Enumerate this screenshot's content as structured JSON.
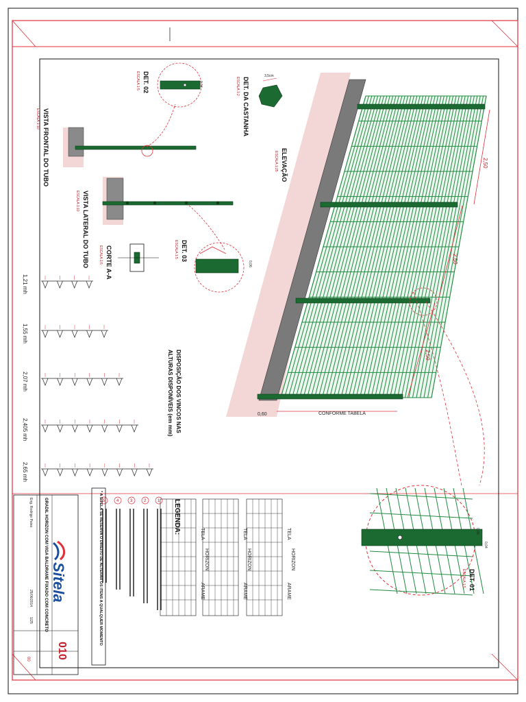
{
  "sheet": {
    "title": "GRADIL HORIZON COM VIGA BALDRAME FIXADO COM CONCRETO",
    "drawing_number": "010",
    "date": "25/06/2014",
    "scale": "1/25",
    "revision": "00",
    "drawn_by": "Eng. Rodrigo Paiva",
    "note": "* A SITELA SE RESERVA O DIREITO DE ALTERAR OS ITENS A QUALQUER MOMENTO"
  },
  "brand": {
    "name": "Sitela",
    "primary_color": "#1a4fa0",
    "accent_color": "#e0303a"
  },
  "views": {
    "elevacao": "ELEVAÇÃO",
    "elevacao_scale": "ESCALA 1:25",
    "det01": "DET. 01",
    "det01_scale": "ESCALA 1:5",
    "det02": "DET. 02",
    "det02_scale": "ESCALA 1:5",
    "det03": "DET. 03",
    "det03_scale": "ESCALA 1:5",
    "det_castanha": "DET. DA CASTANHA",
    "det_castanha_scale": "ESCALA 1:2",
    "vista_frontal": "VISTA FRONTAL DO TUBO",
    "vista_frontal_scale": "ESCALA 1:10",
    "vista_lateral": "VISTA LATERAL DO TUBO",
    "vista_lateral_scale": "ESCALA 1:10",
    "corte": "CORTE A-A",
    "corte_scale": "ESCALA 1:5"
  },
  "dimensions": {
    "span_1": "2,50",
    "span_2": "2,50",
    "span_3": "2,50",
    "tabela": "CONFORME TABELA",
    "base": "0,60",
    "castanha": "3,5cm",
    "det_a": "0,06",
    "det_b": "0,04",
    "det_c": "0,06"
  },
  "vincos": {
    "title_line1": "DISPOSIÇÃO DOS VINCOS NAS",
    "title_line2": "ALTURAS DISPONÍVEIS (em mm)",
    "heights": [
      "1,21 mh",
      "1,55 mh",
      "2,07 mh",
      "2,405 mh",
      "2,65 mh"
    ]
  },
  "legend": {
    "title": "LEGENDA:",
    "items": [
      "1",
      "2",
      "3",
      "4",
      "5"
    ]
  },
  "tables": [
    {
      "title": "TELA",
      "subtitle": "HORIZON",
      "col2": "ARAME"
    },
    {
      "title": "TELA",
      "subtitle": "HORIZON",
      "col2": "ARAME"
    },
    {
      "title": "TELA",
      "subtitle": "HORIZON",
      "col2": "ARAME"
    }
  ],
  "callouts": [
    "1",
    "2",
    "3",
    "4",
    "5"
  ]
}
